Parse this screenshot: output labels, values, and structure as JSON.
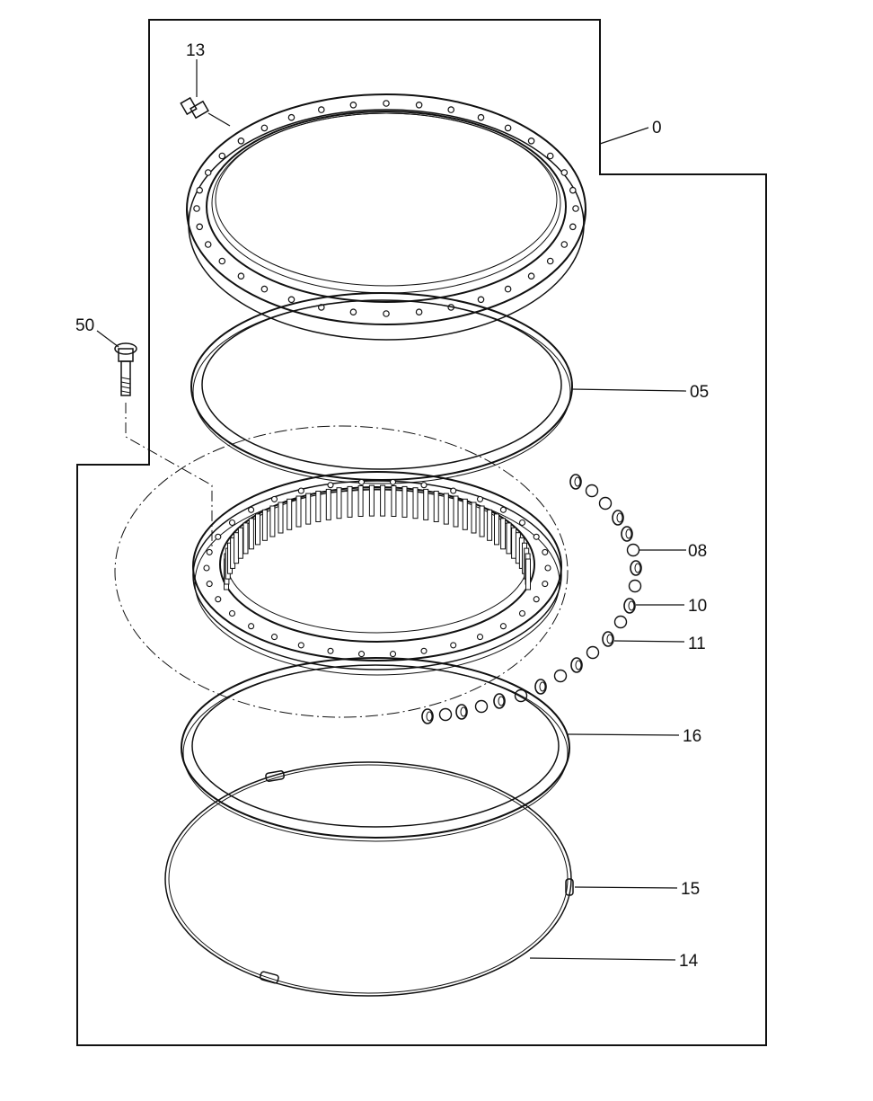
{
  "diagram": {
    "callouts": [
      {
        "id": "assembly",
        "label": "0"
      },
      {
        "id": "grease-fitting",
        "label": "13"
      },
      {
        "id": "bolt",
        "label": "50"
      },
      {
        "id": "seal",
        "label": "05"
      },
      {
        "id": "ball",
        "label": "08"
      },
      {
        "id": "spacer-a",
        "label": "10"
      },
      {
        "id": "spacer-b",
        "label": "11"
      },
      {
        "id": "lower-seal",
        "label": "16"
      },
      {
        "id": "plug",
        "label": "15"
      },
      {
        "id": "wire-ring",
        "label": "14"
      }
    ]
  }
}
